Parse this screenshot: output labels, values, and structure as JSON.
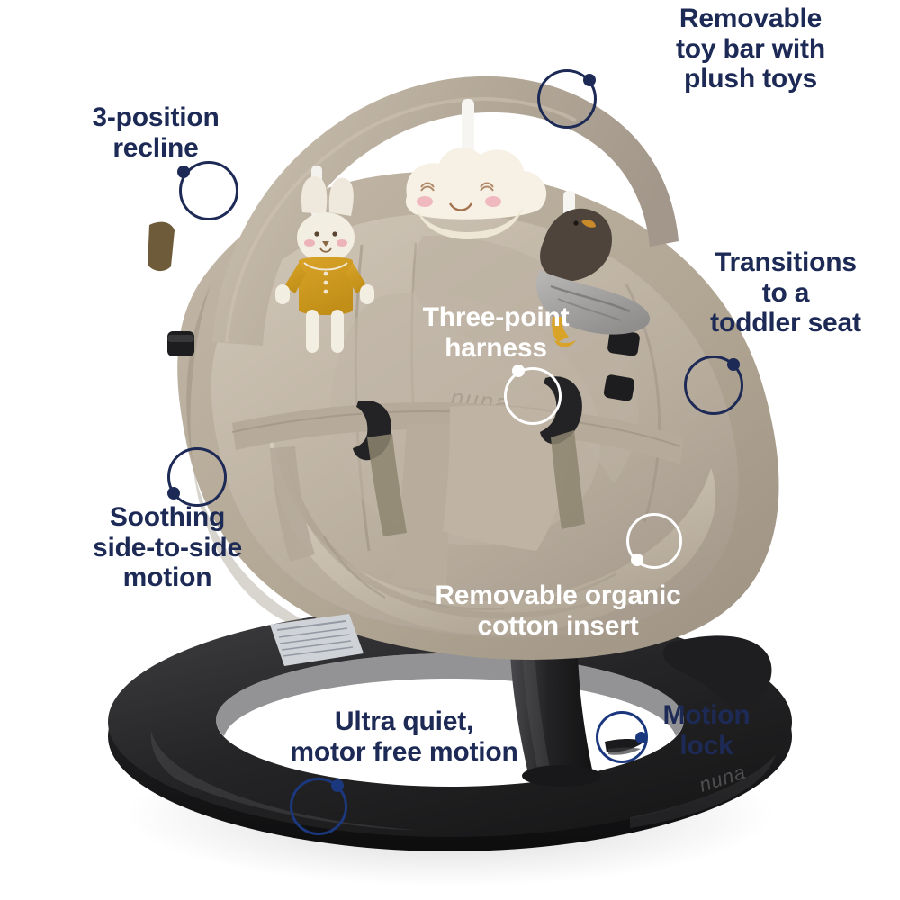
{
  "page": {
    "title": "Nuna LEAF grow baby swing feature callouts",
    "brand": "nuna",
    "navy": "#1d2a56",
    "blue": "#1b387e",
    "white": "#ffffff",
    "seat_fabric": "#b7ab9b",
    "base_black": "#2a2a2c"
  },
  "callouts": [
    {
      "id": "removable-toy-bar",
      "lines": [
        "Removable",
        "toy bar with",
        "plush toys"
      ],
      "color": "navy",
      "align": "center"
    },
    {
      "id": "three-position-recline",
      "lines": [
        "3-position",
        "recline"
      ],
      "color": "navy",
      "align": "center"
    },
    {
      "id": "transitions-toddler-seat",
      "lines": [
        "Transitions",
        "to a",
        "toddler seat"
      ],
      "color": "navy",
      "align": "center"
    },
    {
      "id": "three-point-harness",
      "lines": [
        "Three-point",
        "harness"
      ],
      "color": "white",
      "align": "center"
    },
    {
      "id": "soothing-side-to-side-motion",
      "lines": [
        "Soothing",
        "side-to-side",
        "motion"
      ],
      "color": "navy",
      "align": "center"
    },
    {
      "id": "removable-organic-cotton-insert",
      "lines": [
        "Removable organic",
        "cotton insert"
      ],
      "color": "white",
      "align": "center"
    },
    {
      "id": "ultra-quiet-motor-free-motion",
      "lines": [
        "Ultra quiet,",
        "motor free motion"
      ],
      "color": "navy",
      "align": "center"
    },
    {
      "id": "motion-lock",
      "lines": [
        "Motion",
        "lock"
      ],
      "color": "navy",
      "align": "center"
    }
  ],
  "product": {
    "name": "baby bouncer seat",
    "logo_seat": "nuna",
    "logo_base": "nuna",
    "toys": [
      "bunny-plush-toy",
      "cloud-plush-toy",
      "bird-plush-toy"
    ]
  }
}
